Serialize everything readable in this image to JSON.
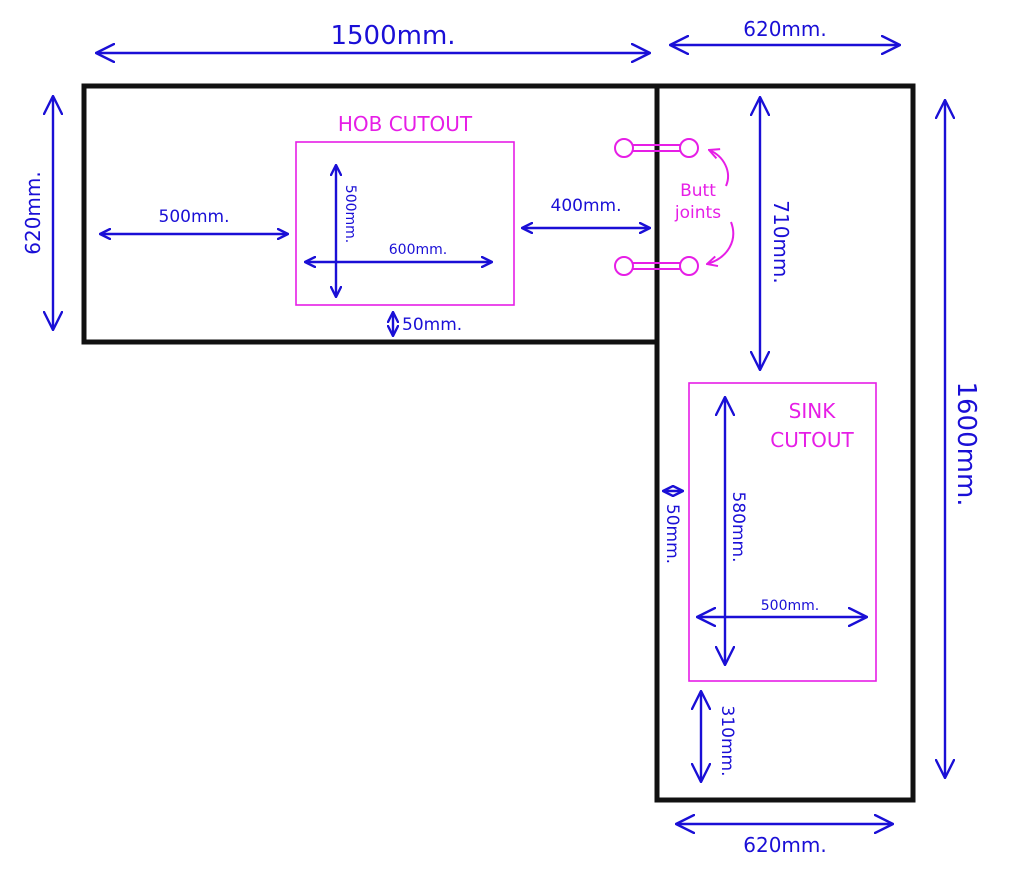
{
  "colors": {
    "dimension": "#1a0fd6",
    "cutout": "#e61ee6",
    "outline": "#111111"
  },
  "dimensions": {
    "top_width": "1500mm.",
    "top_right_width": "620mm.",
    "left_height": "620mm.",
    "right_height": "1600mm.",
    "bottom_width": "620mm.",
    "hob_left_offset": "500mm.",
    "hob_height": "500mm.",
    "hob_width": "600mm.",
    "hob_right_offset": "400mm.",
    "hob_bottom_offset": "50mm.",
    "sink_top_offset": "710mm.",
    "sink_left_offset": "50mm.",
    "sink_height": "580mm.",
    "sink_width": "500mm.",
    "sink_bottom_offset": "310mm."
  },
  "labels": {
    "hob_cutout": "HOB CUTOUT",
    "sink_line1": "SINK",
    "sink_line2": "CUTOUT",
    "butt_line1": "Butt",
    "butt_line2": "joints"
  }
}
